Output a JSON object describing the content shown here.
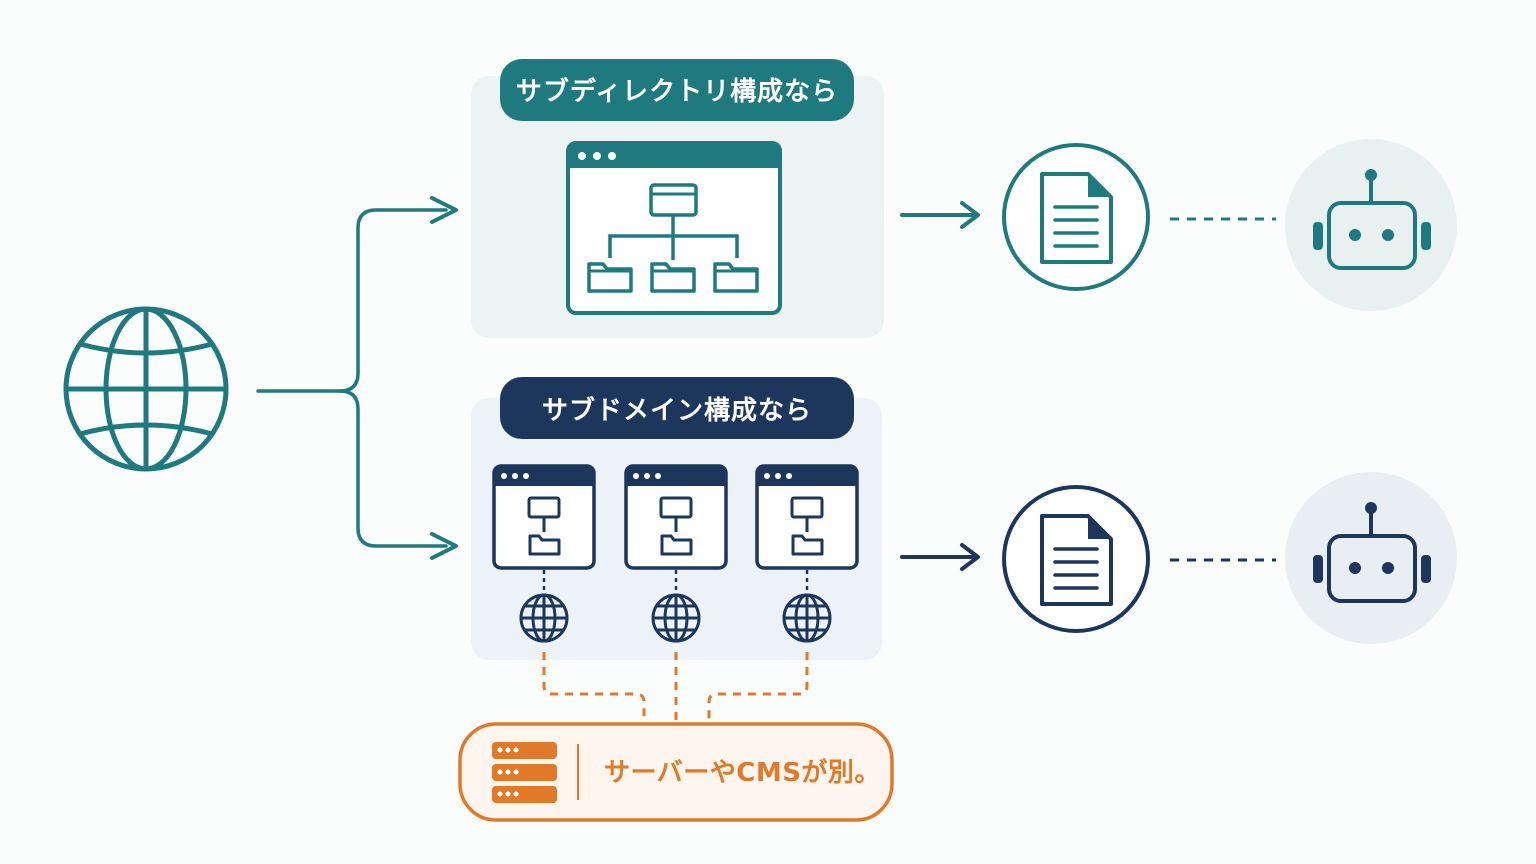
{
  "top_branch": {
    "label": "サブディレクトリ構成なら",
    "color": "#1f7a80",
    "panel_color": "#ebf4f2"
  },
  "bottom_branch": {
    "label": "サブドメイン構成なら",
    "color": "#1c365c",
    "panel_color": "#edf2f8"
  },
  "server_note": {
    "label": "サーバーやCMSが別。",
    "color": "#e07a2a"
  },
  "icons": [
    "globe-icon",
    "site-tree-icon",
    "folder-icon",
    "document-icon",
    "robot-icon",
    "server-icon",
    "arrow-icon"
  ]
}
